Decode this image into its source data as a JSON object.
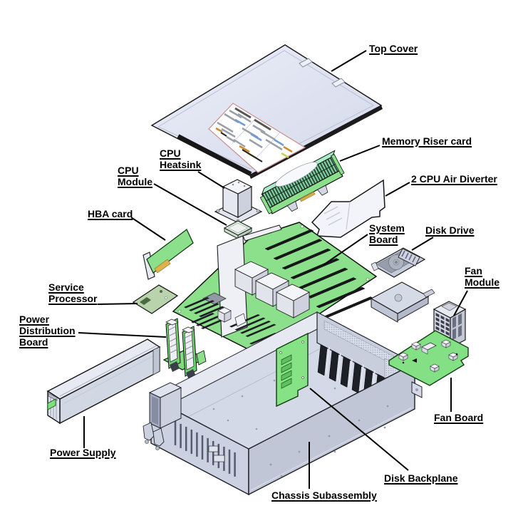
{
  "labels": {
    "top_cover": {
      "lines": [
        "Top Cover"
      ]
    },
    "memory_riser_card": {
      "lines": [
        "Memory Riser card"
      ]
    },
    "cpu_air_diverter": {
      "lines": [
        "2 CPU Air Diverter"
      ]
    },
    "cpu_heatsink": {
      "lines": [
        "CPU",
        "Heatsink"
      ]
    },
    "cpu_module": {
      "lines": [
        "CPU",
        "Module"
      ]
    },
    "hba_card": {
      "lines": [
        "HBA card"
      ]
    },
    "system_board": {
      "lines": [
        "System",
        "Board"
      ]
    },
    "disk_drive": {
      "lines": [
        "Disk Drive"
      ]
    },
    "fan_module": {
      "lines": [
        "Fan",
        "Module"
      ]
    },
    "service_processor": {
      "lines": [
        "Service",
        "Processor"
      ]
    },
    "power_distribution_board": {
      "lines": [
        "Power",
        "Distribution",
        "Board"
      ]
    },
    "power_supply": {
      "lines": [
        "Power Supply"
      ]
    },
    "fan_board": {
      "lines": [
        "Fan Board"
      ]
    },
    "disk_backplane": {
      "lines": [
        "Disk Backplane"
      ]
    },
    "chassis_subassembly": {
      "lines": [
        "Chassis Subassembly"
      ]
    }
  },
  "colors": {
    "pcb_green": "#8CE08C",
    "pcb_green_dark": "#5EC05E",
    "sage_green": "#B9D3AC",
    "chassis_gray": "#C9CFDF",
    "cover_gray": "#DFE3F1",
    "metal_light": "#F2F3F7",
    "label_text": "#000000",
    "leader_line": "#000000",
    "sticker_blue": "#6E9BD8",
    "sticker_orange": "#D0882E",
    "sticker_yellow": "#CFCF4F",
    "sticker_border": "#C98F8F"
  }
}
